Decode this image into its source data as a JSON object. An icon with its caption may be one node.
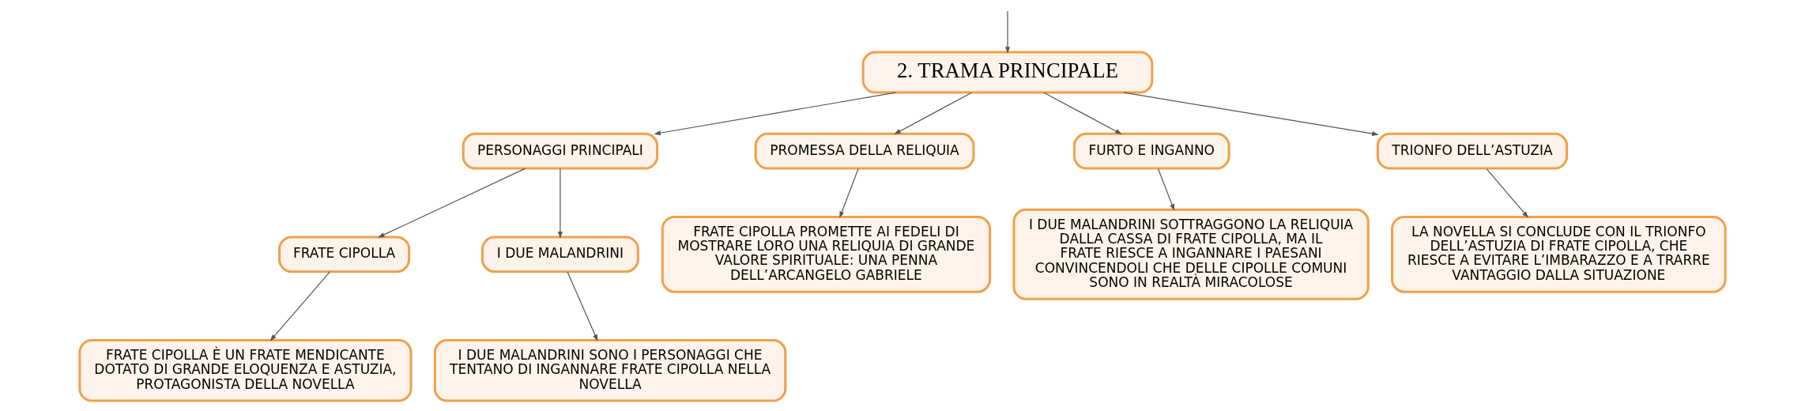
{
  "diagram": {
    "nodes": [
      {
        "text": [
          "2. TRAMA PRINCIPALE"
        ]
      },
      {
        "text": [
          "PERSONAGGI PRINCIPALI"
        ]
      },
      {
        "text": [
          "FRATE CIPOLLA"
        ]
      },
      {
        "text": [
          "FRATE CIPOLLA È UN FRATE MENDICANTE DOTATO DI GRANDE ELOQUENZA E ASTUZIA, PROTAGONISTA DELLA NOVELLA"
        ]
      },
      {
        "text": [
          "I DUE MALANDRINI"
        ]
      },
      {
        "text": [
          "I DUE MALANDRINI SONO I PERSONAGGI CHE TENTANO DI INGANNARE FRATE CIPOLLA NELLA NOVELLA"
        ]
      },
      {
        "text": [
          "PROMESSA DELLA RELIQUIA"
        ]
      },
      {
        "text": [
          "FRATE CIPOLLA PROMETTE AI FEDELI DI MOSTRARE LORO UNA RELIQUIA DI GRANDE VALORE SPIRITUALE: UNA PENNA DELL’ARCANGELO GABRIELE"
        ]
      },
      {
        "text": [
          "FURTO E INGANNO"
        ]
      },
      {
        "text": [
          "I DUE MALANDRINI SOTTRAGGONO LA RELIQUIA DALLA CASSA DI FRATE CIPOLLA, MA IL FRATE RIESCE A INGANNARE I PAESANI CONVINCENDOLI CHE DELLE CIPOLLE COMUNI SONO IN REALTÀ MIRACOLOSE"
        ]
      },
      {
        "text": [
          "TRIONFO DELL’ASTUZIA"
        ]
      },
      {
        "text": [
          "LA NOVELLA SI CONCLUDE CON IL TRIONFO DELL’ASTUZIA DI FRATE CIPOLLA, CHE RIESCE A EVITARE L’IMBARAZZO E A TRARRE VANTAGGIO DALLA SITUAZIONE"
        ]
      }
    ],
    "edges": [
      {
        "from": null,
        "to": 0,
        "arrow": "to"
      },
      {
        "from": 0,
        "to": 1,
        "arrow": "to"
      },
      {
        "from": 1,
        "to": 2,
        "arrow": "to"
      },
      {
        "from": 2,
        "to": 3,
        "arrow": "to"
      },
      {
        "from": 1,
        "to": 4,
        "arrow": "to"
      },
      {
        "from": 4,
        "to": 5,
        "arrow": "to"
      },
      {
        "from": 0,
        "to": 6,
        "arrow": "to"
      },
      {
        "from": 6,
        "to": 7,
        "arrow": "to"
      },
      {
        "from": 0,
        "to": 8,
        "arrow": "to"
      },
      {
        "from": 8,
        "to": 9,
        "arrow": "to"
      },
      {
        "from": 0,
        "to": 10,
        "arrow": "to"
      },
      {
        "from": 10,
        "to": 11,
        "arrow": "to"
      }
    ]
  }
}
